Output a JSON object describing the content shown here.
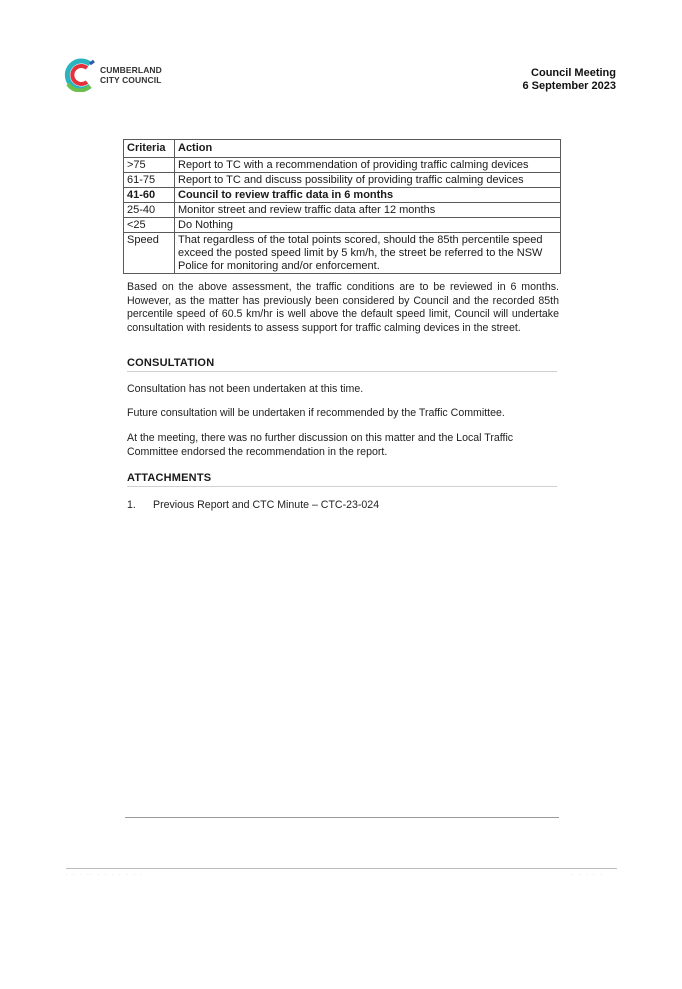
{
  "header": {
    "logo_line1": "CUMBERLAND",
    "logo_line2": "CITY COUNCIL",
    "meeting_title": "Council Meeting",
    "meeting_date": "6 September 2023"
  },
  "colors": {
    "logo_teal": "#2bb3c0",
    "logo_red": "#e3323b",
    "logo_green": "#6cbf4a",
    "logo_blue": "#2a5caa"
  },
  "criteria_table": {
    "headers": [
      "Criteria",
      "Action"
    ],
    "rows": [
      {
        "criteria": ">75",
        "action": "Report to TC with a recommendation of providing traffic calming devices",
        "bold": false
      },
      {
        "criteria": "61-75",
        "action": "Report to TC and discuss possibility of providing traffic calming devices",
        "bold": false
      },
      {
        "criteria": "41-60",
        "action": "Council to review traffic data in 6 months",
        "bold": true
      },
      {
        "criteria": "25-40",
        "action": "Monitor street and review traffic data after 12 months",
        "bold": false
      },
      {
        "criteria": "<25",
        "action": "Do Nothing",
        "bold": false
      },
      {
        "criteria": "Speed",
        "action": "That regardless of the total points scored, should the 85th percentile speed exceed the posted speed limit by 5 km/h, the street be referred to the NSW Police for monitoring and/or enforcement.",
        "bold": false
      }
    ]
  },
  "assessment_paragraph": "Based on the above assessment, the traffic conditions are to be reviewed in 6 months. However, as the matter has previously been considered by Council and the recorded 85th percentile speed of 60.5 km/hr is well above the default speed limit, Council will undertake consultation with residents to assess support for traffic calming devices in the street.",
  "consultation": {
    "heading": "CONSULTATION",
    "lines": [
      "Consultation has not been undertaken at this time.",
      "Future consultation will be undertaken if recommended by the Traffic Committee.",
      "At the meeting, there was no further discussion on this matter and the Local Traffic Committee endorsed the recommendation in the report."
    ]
  },
  "attachments": {
    "heading": "ATTACHMENTS",
    "items": [
      {
        "number": "1.",
        "title": "Previous Report and CTC Minute – CTC-23-024"
      }
    ]
  }
}
